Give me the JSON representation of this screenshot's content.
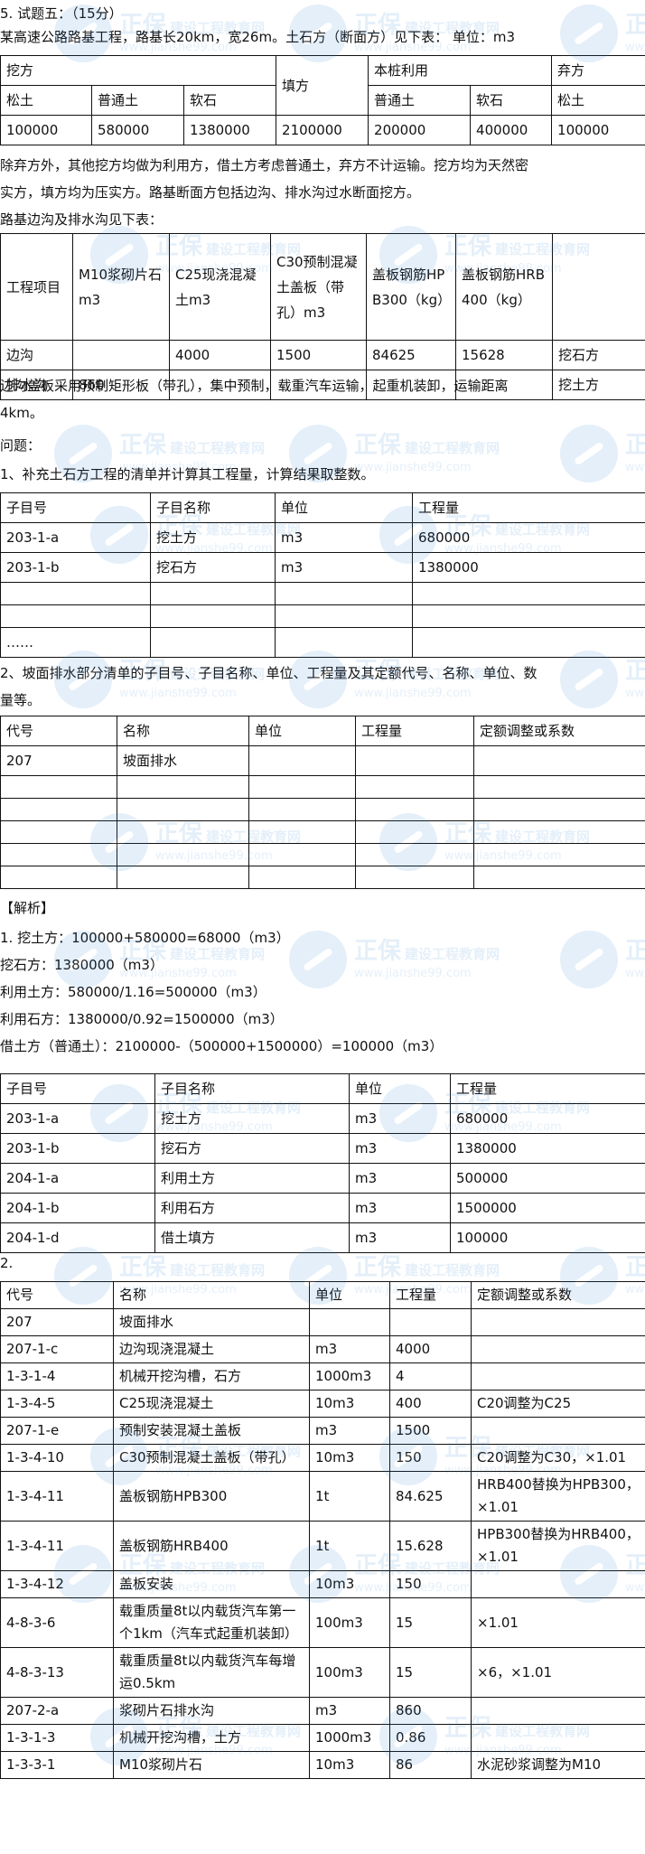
{
  "title": "5. 试题五：（15分）",
  "intro": "某高速公路路基工程，路基长20km，宽26m。土石方（断面方）见下表：  单位：m3",
  "earthwork_table": {
    "header_row1": {
      "excavation": "挖方",
      "fill": "填方",
      "local_use": "本桩利用",
      "waste": "弃方"
    },
    "header_row2": {
      "loose_soil": "松土",
      "ordinary_soil": "普通土",
      "soft_rock": "软石",
      "use_ordinary_soil": "普通土",
      "use_soft_rock": "软石",
      "waste_loose_soil": "松土"
    },
    "values": [
      "100000",
      "580000",
      "1380000",
      "2100000",
      "200000",
      "400000",
      "100000"
    ]
  },
  "desc_line1": "除弃方外，其他挖方均做为利用方，借土方考虑普通土，弃方不计运输。挖方均为天然密",
  "desc_line2": "实方，填方均为压实方。路基断面方包括边沟、排水沟过水断面挖方。",
  "ditch_intro": "路基边沟及排水沟见下表：",
  "ditch_table": {
    "headers": [
      "工程项目",
      "M10浆砌片石m3",
      "C25现浇混凝土m3",
      "C30预制混凝土盖板（带孔）m3",
      "盖板钢筋HPB300（kg）",
      "盖板钢筋HRB400（kg）",
      ""
    ],
    "rows": [
      [
        "边沟",
        "",
        "4000",
        "1500",
        "84625",
        "15628",
        "挖石方"
      ],
      [
        "排水沟",
        "860",
        "",
        "",
        "",
        "",
        "挖土方"
      ]
    ]
  },
  "cover_line1": "边沟盖板采用预制矩形板（带孔），集中预制，载重汽车运输，起重机装卸，运输距离",
  "cover_line2": "4km。",
  "question_label": "问题：",
  "q1": "1、补充土石方工程的清单并计算其工程量，计算结果取整数。",
  "q1_table": {
    "headers": [
      "子目号",
      "子目名称",
      "单位",
      "工程量"
    ],
    "rows": [
      [
        "203-1-a",
        "挖土方",
        "m3",
        "680000"
      ],
      [
        "203-1-b",
        "挖石方",
        "m3",
        "1380000"
      ],
      [
        "",
        "",
        "",
        ""
      ],
      [
        "",
        "",
        "",
        ""
      ],
      [
        "……",
        "",
        "",
        ""
      ]
    ]
  },
  "q2_line1": "2、坡面排水部分清单的子目号、子目名称、单位、工程量及其定额代号、名称、单位、数",
  "q2_line2": "量等。",
  "q2_table": {
    "headers": [
      "代号",
      "名称",
      "单位",
      "工程量",
      "定额调整或系数"
    ],
    "rows": [
      [
        "207",
        "坡面排水",
        "",
        "",
        ""
      ],
      [
        "",
        "",
        "",
        "",
        ""
      ],
      [
        "",
        "",
        "",
        "",
        ""
      ],
      [
        "",
        "",
        "",
        "",
        ""
      ],
      [
        "",
        "",
        "",
        "",
        ""
      ],
      [
        "",
        "",
        "",
        "",
        ""
      ]
    ]
  },
  "analysis_label": "【解析】",
  "analysis_lines": [
    "1. 挖土方：100000+580000=68000（m3）",
    "挖石方：1380000（m3）",
    "利用土方：580000/1.16=500000（m3）",
    "利用石方：1380000/0.92=1500000（m3）",
    "借土方（普通土）：2100000-（500000+1500000）=100000（m3）"
  ],
  "answer1_table": {
    "headers": [
      "子目号",
      "子目名称",
      "单位",
      "工程量"
    ],
    "rows": [
      [
        "203-1-a",
        "挖土方",
        "m3",
        "680000"
      ],
      [
        "203-1-b",
        "挖石方",
        "m3",
        "1380000"
      ],
      [
        "204-1-a",
        "利用土方",
        "m3",
        "500000"
      ],
      [
        "204-1-b",
        "利用石方",
        "m3",
        "1500000"
      ],
      [
        "204-1-d",
        "借土填方",
        "m3",
        "100000"
      ]
    ]
  },
  "answer2_label": "2.",
  "answer2_table": {
    "headers": [
      "代号",
      "名称",
      "单位",
      "工程量",
      "定额调整或系数"
    ],
    "rows": [
      [
        "207",
        "坡面排水",
        "",
        "",
        ""
      ],
      [
        "207-1-c",
        "边沟现浇混凝土",
        "m3",
        "4000",
        ""
      ],
      [
        "1-3-1-4",
        "机械开挖沟槽，石方",
        "1000m3",
        "4",
        ""
      ],
      [
        "1-3-4-5",
        "C25现浇混凝土",
        "10m3",
        "400",
        "C20调整为C25"
      ],
      [
        "207-1-e",
        "预制安装混凝土盖板",
        "m3",
        "1500",
        ""
      ],
      [
        "1-3-4-10",
        "C30预制混凝土盖板（带孔）",
        "10m3",
        "150",
        "C20调整为C30，×1.01"
      ],
      [
        "1-3-4-11",
        "盖板钢筋HPB300",
        "1t",
        "84.625",
        "HRB400替换为HPB300，×1.01"
      ],
      [
        "1-3-4-11",
        "盖板钢筋HRB400",
        "1t",
        "15.628",
        "HPB300替换为HRB400，×1.01"
      ],
      [
        "1-3-4-12",
        "盖板安装",
        "10m3",
        "150",
        ""
      ],
      [
        "4-8-3-6",
        "载重质量8t以内载货汽车第一个1km（汽车式起重机装卸）",
        "100m3",
        "15",
        "×1.01"
      ],
      [
        "4-8-3-13",
        "载重质量8t以内载货汽车每增运0.5km",
        "100m3",
        "15",
        "×6，×1.01"
      ],
      [
        "207-2-a",
        "浆砌片石排水沟",
        "m3",
        "860",
        ""
      ],
      [
        "1-3-1-3",
        "机械开挖沟槽，土方",
        "1000m3",
        "0.86",
        ""
      ],
      [
        "1-3-3-1",
        "M10浆砌片石",
        "10m3",
        "86",
        "水泥砂浆调整为M10"
      ]
    ]
  },
  "watermark": {
    "brand": "正保",
    "subtitle": "建设工程教育网",
    "url": "www.jianshe99.com",
    "color": "#2a7fd4"
  }
}
